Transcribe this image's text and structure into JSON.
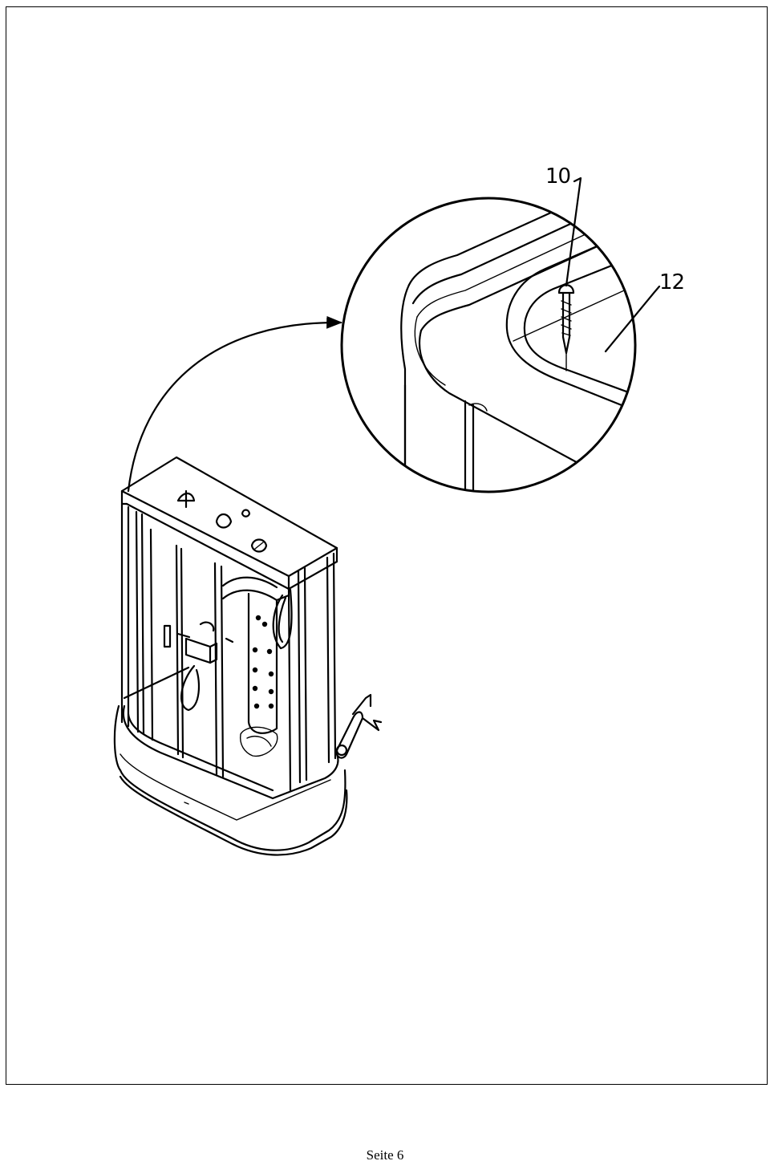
{
  "callouts": {
    "screw": "10",
    "panel": "12"
  },
  "footer": {
    "page_label": "Seite 6"
  }
}
